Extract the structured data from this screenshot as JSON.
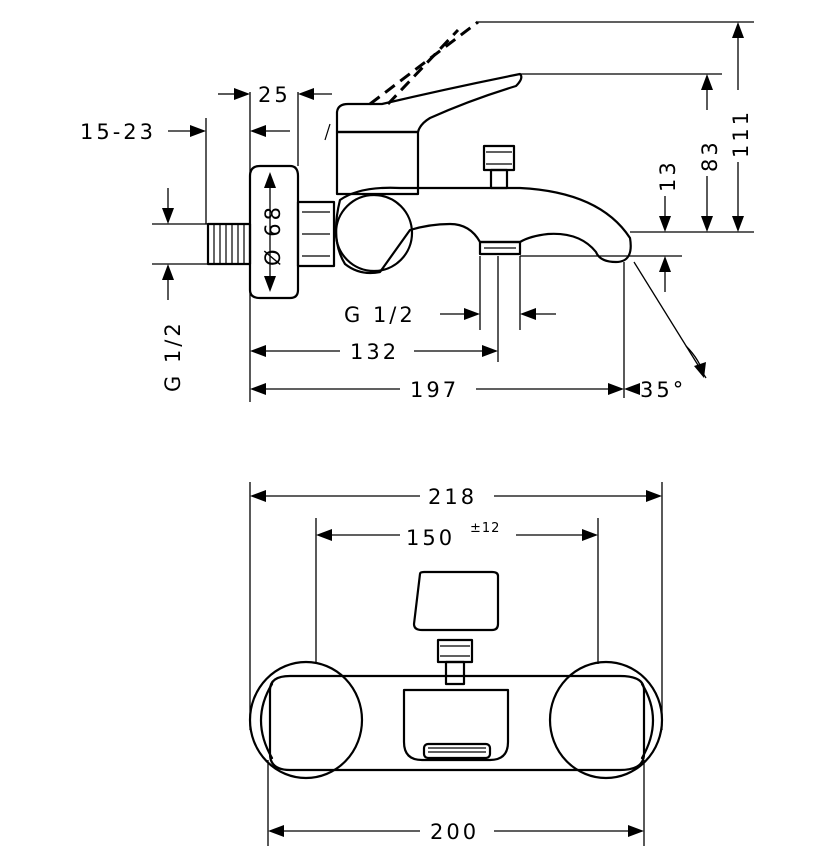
{
  "side_view": {
    "dimensions": {
      "outlet_offset": "25",
      "wall_depth": "15-23",
      "rosette_diameter": "Ø 68",
      "thread_left": "G 1/2",
      "thread_outlet": "G 1/2",
      "outlet_reach": "132",
      "spout_reach": "197",
      "spout_angle": "35°",
      "height_13": "13",
      "height_83": "83",
      "height_111": "111"
    }
  },
  "front_view": {
    "dimensions": {
      "overall_width": "218",
      "centers": "150",
      "centers_tolerance": "±12",
      "body_width": "200"
    }
  }
}
